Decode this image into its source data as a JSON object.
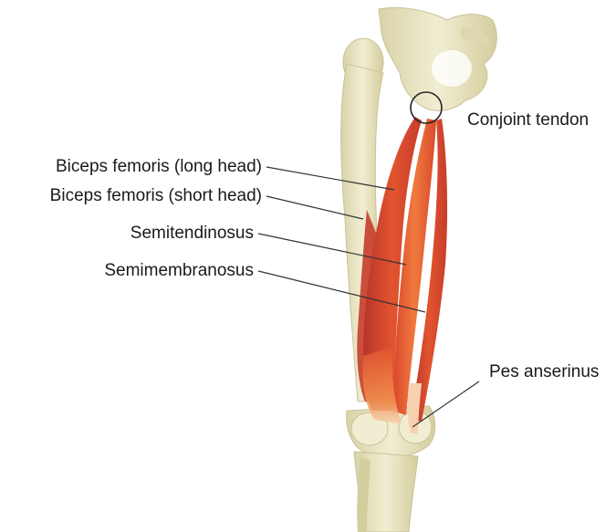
{
  "labels": {
    "biceps_long": "Biceps femoris (long head)",
    "biceps_short": "Biceps femoris (short head)",
    "semitendinosus": "Semitendinosus",
    "semimembranosus": "Semimembranosus",
    "conjoint_tendon": "Conjoint tendon",
    "pes_anserinus": "Pes anserinus"
  },
  "colors": {
    "bone": "#ece7c8",
    "bone_shadow": "#cfc89f",
    "muscle_dark": "#c0392b",
    "muscle_mid": "#e0522e",
    "muscle_light": "#f28a4a",
    "tendon": "#f4d9b8",
    "leader_line": "#333333"
  }
}
